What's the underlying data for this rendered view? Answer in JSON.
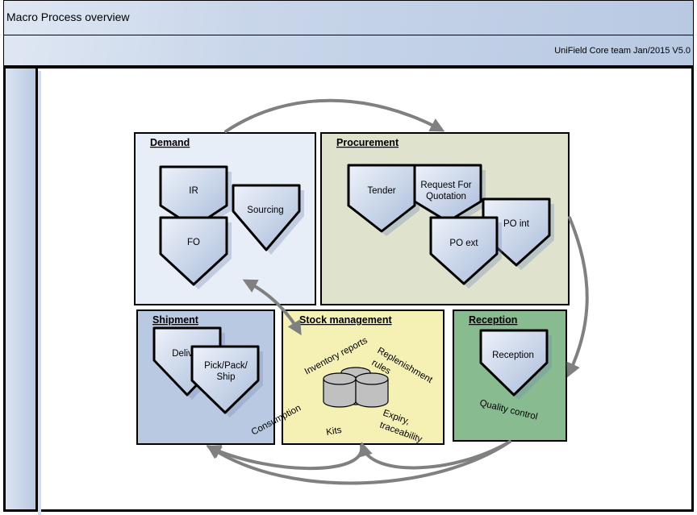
{
  "header": {
    "title": "Macro Process overview",
    "subtitle": "UniField Core team Jan/2015 V5.0"
  },
  "colors": {
    "header_gradient_start": "#dfe7f3",
    "header_gradient_end": "#b8c9e2",
    "demand_bg": "#e8eef8",
    "procurement_bg": "#dfe2cc",
    "shipment_bg": "#b9c9e2",
    "stock_bg": "#f5f1b5",
    "reception_bg": "#88bb8f",
    "arrow": "#808080",
    "shape_fill_start": "#e8eef8",
    "shape_fill_end": "#b0c2dd"
  },
  "sections": {
    "demand": {
      "title": "Demand",
      "shapes": [
        "IR",
        "FO",
        "Sourcing"
      ]
    },
    "procurement": {
      "title": "Procurement",
      "shapes": [
        "Tender",
        "Request For",
        "Quotation",
        "PO int",
        "PO ext"
      ]
    },
    "shipment": {
      "title": "Shipment",
      "shapes": [
        "Deliv",
        "Pick/Pack/",
        "Ship"
      ]
    },
    "stock": {
      "title": "Stock management",
      "labels": {
        "inventory": "Inventory reports",
        "replenishment": "Replenishment",
        "rules": "rules",
        "consumption": "Consumption",
        "kits": "Kits",
        "expiry": "Expiry,",
        "traceability": "traceability"
      },
      "icon": "database-cylinders-icon"
    },
    "reception": {
      "title": "Reception",
      "shapes": [
        "Reception"
      ],
      "label": "Quality control"
    }
  }
}
